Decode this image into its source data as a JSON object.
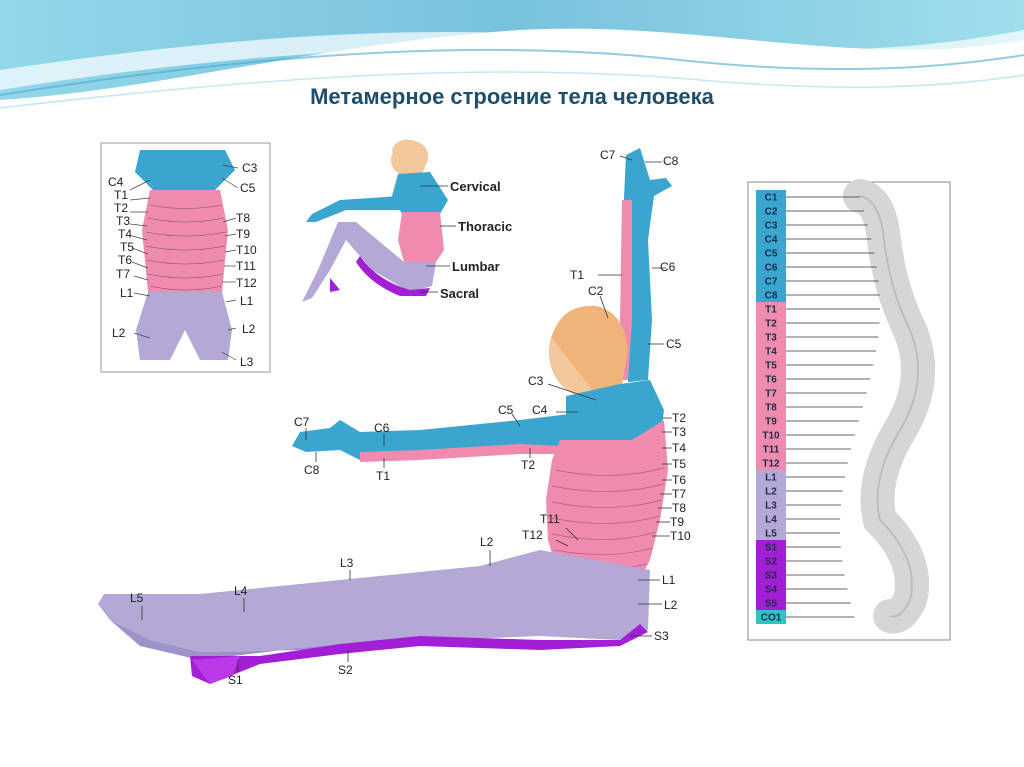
{
  "slide": {
    "title": "Метамерное строение тела человека"
  },
  "colors": {
    "cervical": "#3aa6d0",
    "thoracic": "#f08bb0",
    "lumbar": "#b3a8d6",
    "sacral": "#a21fd6",
    "coccygeal": "#2ec4c4",
    "skin": "#f2c79c"
  },
  "front_torso": {
    "left_labels": [
      "C4",
      "T1",
      "T2",
      "T3",
      "T4",
      "T5",
      "T6",
      "T7",
      "L1",
      "L2"
    ],
    "right_labels": [
      "C3",
      "C5",
      "T8",
      "T9",
      "T10",
      "T11",
      "T12",
      "L1",
      "L2",
      "L3"
    ]
  },
  "sitting_figure": {
    "legend": [
      {
        "label": "Cervical",
        "color": "#3aa6d0"
      },
      {
        "label": "Thoracic",
        "color": "#f08bb0"
      },
      {
        "label": "Lumbar",
        "color": "#b3a8d6"
      },
      {
        "label": "Sacral",
        "color": "#a21fd6"
      }
    ]
  },
  "main_figure": {
    "labels": {
      "c7_top": "C7",
      "c8_top": "C8",
      "c6_arm": "C6",
      "t1_arm": "T1",
      "c2": "C2",
      "c5_arm": "C5",
      "c3": "C3",
      "c4": "C4",
      "c5_shoulder": "C5",
      "c7_hand": "C7",
      "c6_hand": "C6",
      "c8_hand": "C8",
      "t1_hand": "T1",
      "t2_arm": "T2",
      "t2": "T2",
      "t3": "T3",
      "t4": "T4",
      "t5": "T5",
      "t6": "T6",
      "t7": "T7",
      "t8": "T8",
      "t9": "T9",
      "t10": "T10",
      "t11": "T11",
      "t12": "T12",
      "l1": "L1",
      "l2_hip": "L2",
      "l2_thigh": "L2",
      "l3": "L3",
      "l4": "L4",
      "l5": "L5",
      "s1": "S1",
      "s2": "S2",
      "s3": "S3"
    }
  },
  "spine_column": {
    "segments": [
      {
        "label": "C1",
        "group": "cervical"
      },
      {
        "label": "C2",
        "group": "cervical"
      },
      {
        "label": "C3",
        "group": "cervical"
      },
      {
        "label": "C4",
        "group": "cervical"
      },
      {
        "label": "C5",
        "group": "cervical"
      },
      {
        "label": "C6",
        "group": "cervical"
      },
      {
        "label": "C7",
        "group": "cervical"
      },
      {
        "label": "C8",
        "group": "cervical"
      },
      {
        "label": "T1",
        "group": "thoracic"
      },
      {
        "label": "T2",
        "group": "thoracic"
      },
      {
        "label": "T3",
        "group": "thoracic"
      },
      {
        "label": "T4",
        "group": "thoracic"
      },
      {
        "label": "T5",
        "group": "thoracic"
      },
      {
        "label": "T6",
        "group": "thoracic"
      },
      {
        "label": "T7",
        "group": "thoracic"
      },
      {
        "label": "T8",
        "group": "thoracic"
      },
      {
        "label": "T9",
        "group": "thoracic"
      },
      {
        "label": "T10",
        "group": "thoracic"
      },
      {
        "label": "T11",
        "group": "thoracic"
      },
      {
        "label": "T12",
        "group": "thoracic"
      },
      {
        "label": "L1",
        "group": "lumbar"
      },
      {
        "label": "L2",
        "group": "lumbar"
      },
      {
        "label": "L3",
        "group": "lumbar"
      },
      {
        "label": "L4",
        "group": "lumbar"
      },
      {
        "label": "L5",
        "group": "lumbar"
      },
      {
        "label": "S1",
        "group": "sacral"
      },
      {
        "label": "S2",
        "group": "sacral"
      },
      {
        "label": "S3",
        "group": "sacral"
      },
      {
        "label": "S4",
        "group": "sacral"
      },
      {
        "label": "S5",
        "group": "sacral"
      },
      {
        "label": "CO1",
        "group": "coccygeal"
      }
    ]
  }
}
